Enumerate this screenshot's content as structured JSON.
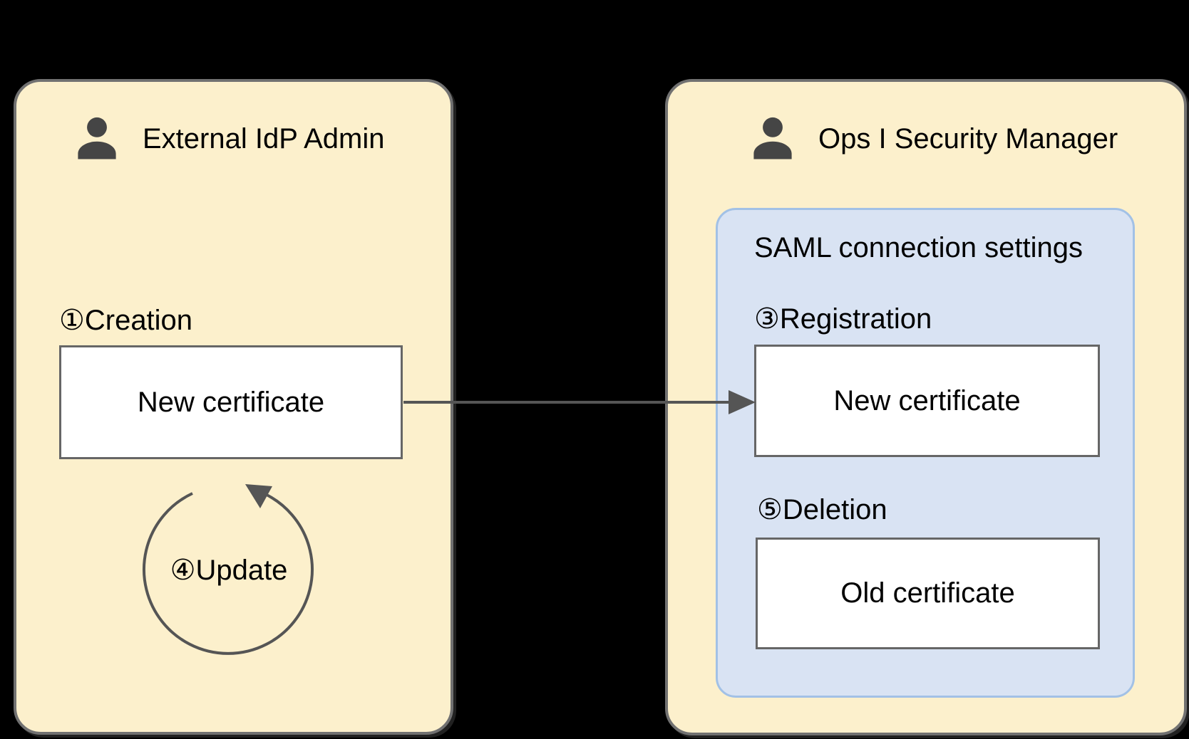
{
  "canvas": {
    "background": "#000000"
  },
  "left_panel": {
    "title": "External IdP Admin",
    "creation_label": "①Creation",
    "new_certificate_label": "New certificate",
    "update_label": "④Update"
  },
  "right_panel": {
    "title": "Ops I Security Manager",
    "saml_group_title": "SAML connection settings",
    "registration_label": "③Registration",
    "new_certificate_label": "New certificate",
    "deletion_label": "⑤Deletion",
    "old_certificate_label": "Old certificate"
  },
  "colors": {
    "panel_fill": "#FCF0CC",
    "panel_border": "#717171",
    "group_fill": "#D9E3F3",
    "group_border": "#A2C1E6",
    "box_fill": "#FFFFFF",
    "box_border": "#666666",
    "arrow": "#555555",
    "person_icon": "#454545",
    "text": "#000000",
    "background": "#000000"
  }
}
